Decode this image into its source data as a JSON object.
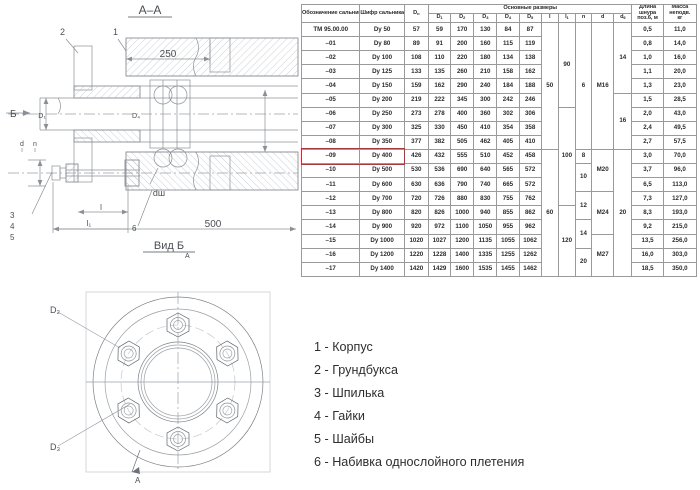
{
  "drawing": {
    "section_title": "A–A",
    "view_title": "Вид Б",
    "arrow_label_b": "Б",
    "arrow_label_a": "A",
    "dim_250": "250",
    "dim_500": "500",
    "dim_l": "l",
    "dim_l1": "l₁",
    "dim_d": "d",
    "dim_n": "n",
    "dim_dsh": "dш",
    "dim_d1": "D₁",
    "dim_d4": "D₄",
    "dim_d2": "D₂",
    "dim_d3": "D₃",
    "callout_1": "1",
    "callout_2": "2",
    "callout_3": "3",
    "callout_4": "4",
    "callout_5": "5",
    "callout_6": "6",
    "line_color": "#8c9096",
    "hatch_color": "#b6bbc1"
  },
  "table": {
    "headers": {
      "designation": "Обозначение сальника",
      "code": "Шифр сальника",
      "dn": "Dн",
      "main_dims": "Основные размеры",
      "d1": "D₁",
      "d2": "D₂",
      "d3": "D₃",
      "d4": "D₄",
      "d5": "D₅",
      "l": "l",
      "l1": "l₁",
      "n": "n",
      "d": "d",
      "d6": "d₆",
      "cord_len": "Длина шнура поз.6, м",
      "mass": "Масса неподв. кг"
    },
    "rows": [
      {
        "code": "ТМ 95.00.00",
        "shifr": "Dy 50",
        "dn": "57",
        "d1": "59",
        "d2": "170",
        "d3": "130",
        "d4": "84",
        "d5": "87",
        "cord": "0,5",
        "mass": "11,0"
      },
      {
        "code": "–01",
        "shifr": "Dy 80",
        "dn": "89",
        "d1": "91",
        "d2": "200",
        "d3": "160",
        "d4": "115",
        "d5": "119",
        "cord": "0,8",
        "mass": "14,0"
      },
      {
        "code": "–02",
        "shifr": "Dy 100",
        "dn": "108",
        "d1": "110",
        "d2": "220",
        "d3": "180",
        "d4": "134",
        "d5": "138",
        "cord": "1,0",
        "mass": "16,0"
      },
      {
        "code": "–03",
        "shifr": "Dy 125",
        "dn": "133",
        "d1": "135",
        "d2": "260",
        "d3": "210",
        "d4": "158",
        "d5": "162",
        "cord": "1,1",
        "mass": "20,0"
      },
      {
        "code": "–04",
        "shifr": "Dy 150",
        "dn": "159",
        "d1": "162",
        "d2": "290",
        "d3": "240",
        "d4": "184",
        "d5": "188",
        "cord": "1,3",
        "mass": "23,0"
      },
      {
        "code": "–05",
        "shifr": "Dy 200",
        "dn": "219",
        "d1": "222",
        "d2": "345",
        "d3": "300",
        "d4": "242",
        "d5": "246",
        "cord": "1,5",
        "mass": "28,5"
      },
      {
        "code": "–06",
        "shifr": "Dy 250",
        "dn": "273",
        "d1": "278",
        "d2": "400",
        "d3": "360",
        "d4": "302",
        "d5": "306",
        "cord": "2,0",
        "mass": "43,0"
      },
      {
        "code": "–07",
        "shifr": "Dy 300",
        "dn": "325",
        "d1": "330",
        "d2": "450",
        "d3": "410",
        "d4": "354",
        "d5": "358",
        "cord": "2,4",
        "mass": "49,5"
      },
      {
        "code": "–08",
        "shifr": "Dy 350",
        "dn": "377",
        "d1": "382",
        "d2": "505",
        "d3": "462",
        "d4": "405",
        "d5": "410",
        "cord": "2,7",
        "mass": "57,5"
      },
      {
        "code": "–09",
        "shifr": "Dy 400",
        "dn": "426",
        "d1": "432",
        "d2": "555",
        "d3": "510",
        "d4": "452",
        "d5": "458",
        "cord": "3,0",
        "mass": "70,0",
        "highlight": true
      },
      {
        "code": "–10",
        "shifr": "Dy 500",
        "dn": "530",
        "d1": "536",
        "d2": "690",
        "d3": "640",
        "d4": "565",
        "d5": "572",
        "cord": "3,7",
        "mass": "96,0"
      },
      {
        "code": "–11",
        "shifr": "Dy 600",
        "dn": "630",
        "d1": "636",
        "d2": "790",
        "d3": "740",
        "d4": "665",
        "d5": "572",
        "cord": "6,5",
        "mass": "113,0"
      },
      {
        "code": "–12",
        "shifr": "Dy 700",
        "dn": "720",
        "d1": "726",
        "d2": "880",
        "d3": "830",
        "d4": "755",
        "d5": "762",
        "cord": "7,3",
        "mass": "127,0"
      },
      {
        "code": "–13",
        "shifr": "Dy 800",
        "dn": "820",
        "d1": "826",
        "d2": "1000",
        "d3": "940",
        "d4": "855",
        "d5": "862",
        "cord": "8,3",
        "mass": "193,0"
      },
      {
        "code": "–14",
        "shifr": "Dy 900",
        "dn": "920",
        "d1": "972",
        "d2": "1100",
        "d3": "1050",
        "d4": "955",
        "d5": "962",
        "cord": "9,2",
        "mass": "215,0"
      },
      {
        "code": "–15",
        "shifr": "Dy 1000",
        "dn": "1020",
        "d1": "1027",
        "d2": "1200",
        "d3": "1135",
        "d4": "1055",
        "d5": "1062",
        "cord": "13,5",
        "mass": "256,0"
      },
      {
        "code": "–16",
        "shifr": "Dy 1200",
        "dn": "1220",
        "d1": "1228",
        "d2": "1400",
        "d3": "1335",
        "d4": "1255",
        "d5": "1262",
        "cord": "16,0",
        "mass": "303,0"
      },
      {
        "code": "–17",
        "shifr": "Dy 1400",
        "dn": "1420",
        "d1": "1429",
        "d2": "1600",
        "d3": "1535",
        "d4": "1455",
        "d5": "1462",
        "cord": "18,5",
        "mass": "350,0"
      }
    ],
    "merged": {
      "l": [
        {
          "value": "50",
          "span": 9
        },
        {
          "value": "60",
          "span": 9
        }
      ],
      "l1": [
        {
          "value": "90",
          "span": 6
        },
        {
          "value": "100",
          "span": 7
        },
        {
          "value": "120",
          "span": 5
        }
      ],
      "n": [
        {
          "value": "6",
          "span": 9
        },
        {
          "value": "8",
          "span": 1
        },
        {
          "value": "10",
          "span": 2
        },
        {
          "value": "12",
          "span": 2
        },
        {
          "value": "14",
          "span": 2
        },
        {
          "value": "20",
          "span": 2
        }
      ],
      "d": [
        {
          "value": "M16",
          "span": 9
        },
        {
          "value": "M20",
          "span": 3
        },
        {
          "value": "M24",
          "span": 3
        },
        {
          "value": "M27",
          "span": 3
        }
      ],
      "d6": [
        {
          "value": "14",
          "span": 5
        },
        {
          "value": "16",
          "span": 4
        },
        {
          "value": "20",
          "span": 9
        }
      ]
    },
    "highlight_color": "#ee1b24"
  },
  "legend": {
    "items": [
      "1 - Корпус",
      "2 - Грундбукса",
      "3 - Шпилька",
      "4 - Гайки",
      "5 - Шайбы",
      "6 - Набивка однослойного плетения"
    ]
  }
}
